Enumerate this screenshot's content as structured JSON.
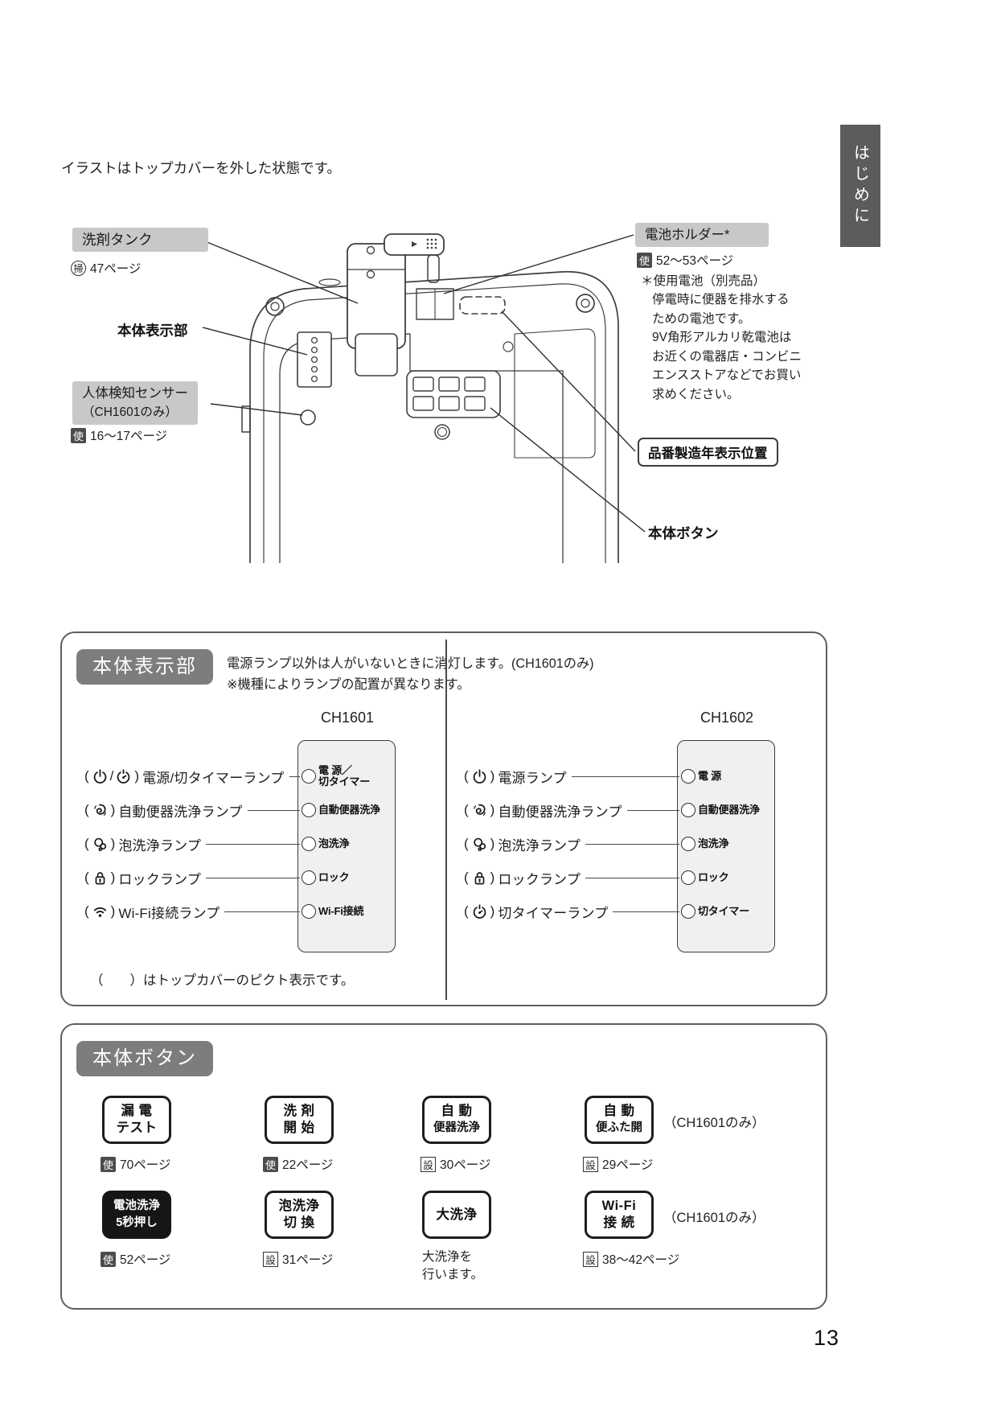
{
  "page": {
    "number": "13",
    "sidebar_tab": "はじめに",
    "intro": "イラストはトップカバーを外した状態です。"
  },
  "diagram": {
    "detergent_tank": {
      "label": "洗剤タンク",
      "ref_icon": "掃",
      "ref": "47ページ"
    },
    "display_label": "本体表示部",
    "body_sensor": {
      "line1": "人体検知センサー",
      "line2": "（CH1601のみ）",
      "ref_icon": "使",
      "ref": "16〜17ページ"
    },
    "battery": {
      "label": "電池ホルダー*",
      "ref_icon": "使",
      "ref": "52〜53ページ",
      "note_title": "＊使用電池（別売品）",
      "note_lines": [
        "停電時に便器を排水する",
        "ための電池です。",
        "9V角形アルカリ乾電池は",
        "お近くの電器店・コンビニ",
        "エンスストアなどでお買い",
        "求めください。"
      ]
    },
    "model_position_label": "品番製造年表示位置",
    "buttons_label": "本体ボタン"
  },
  "display_panel": {
    "title": "本体表示部",
    "desc1": "電源ランプ以外は人がいないときに消灯します。(CH1601のみ)",
    "desc2": "※機種によりランプの配置が異なります。",
    "footnote": "（　　）はトップカバーのピクト表示です。",
    "paren_l": "(",
    "paren_r": ")",
    "slash": "/",
    "ch1601": {
      "model": "CH1601",
      "rows": [
        {
          "icon": "power-timer",
          "label": "電源/切タイマーランプ",
          "lamp1": "電 源／",
          "lamp2": "切タイマー"
        },
        {
          "icon": "auto-flush",
          "label": "自動便器洗浄ランプ",
          "lamp1": "自動便器洗浄"
        },
        {
          "icon": "foam",
          "label": "泡洗浄ランプ",
          "lamp1": "泡洗浄"
        },
        {
          "icon": "lock",
          "label": "ロックランプ",
          "lamp1": "ロック"
        },
        {
          "icon": "wifi",
          "label": "Wi-Fi接続ランプ",
          "lamp1": "Wi-Fi接続"
        }
      ]
    },
    "ch1602": {
      "model": "CH1602",
      "rows": [
        {
          "icon": "power",
          "label": "電源ランプ",
          "lamp1": "電 源"
        },
        {
          "icon": "auto-flush",
          "label": "自動便器洗浄ランプ",
          "lamp1": "自動便器洗浄"
        },
        {
          "icon": "foam",
          "label": "泡洗浄ランプ",
          "lamp1": "泡洗浄"
        },
        {
          "icon": "lock",
          "label": "ロックランプ",
          "lamp1": "ロック"
        },
        {
          "icon": "timer",
          "label": "切タイマーランプ",
          "lamp1": "切タイマー"
        }
      ]
    }
  },
  "buttons_panel": {
    "title": "本体ボタン",
    "row1": [
      {
        "line1": "漏 電",
        "line2": "テスト",
        "ref_icon": "使",
        "ref": "70ページ"
      },
      {
        "line1": "洗 剤",
        "line2": "開 始",
        "ref_icon": "使",
        "ref": "22ページ"
      },
      {
        "line1": "自 動",
        "line2": "便器洗浄",
        "ref_icon": "設",
        "ref": "30ページ"
      },
      {
        "line1": "自 動",
        "line2": "便ふた開",
        "note": "（CH1601のみ）",
        "ref_icon": "設",
        "ref": "29ページ"
      }
    ],
    "row2": [
      {
        "line1": "電池洗浄",
        "line2": "5秒押し",
        "ref_icon": "使",
        "ref": "52ページ"
      },
      {
        "line1": "泡洗浄",
        "line2": "切 換",
        "ref_icon": "設",
        "ref": "31ページ"
      },
      {
        "line1": "大洗浄",
        "ref_line1": "大洗浄を",
        "ref_line2": "行います。"
      },
      {
        "line1": "Wi-Fi",
        "line2": "接 続",
        "note": "（CH1601のみ）",
        "ref_icon": "設",
        "ref": "38〜42ページ"
      }
    ]
  }
}
